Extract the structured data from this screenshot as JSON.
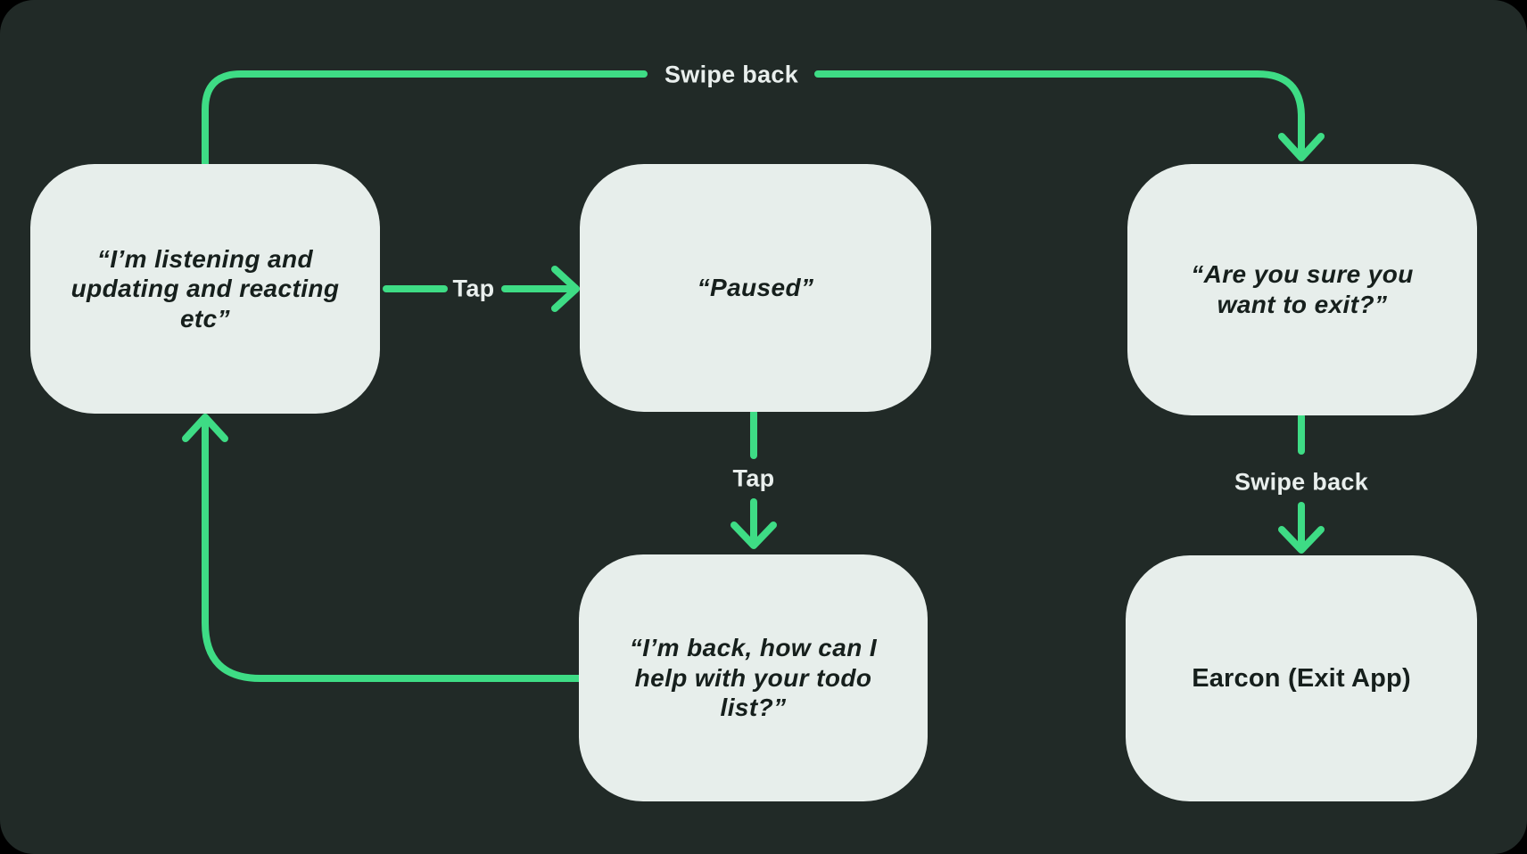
{
  "theme": {
    "page_bg": "#000000",
    "canvas_bg": "#212a27",
    "node_bg": "#e7eeeb",
    "node_text": "#161f1c",
    "arrow_color": "#3edc85",
    "label_text": "#e9efed"
  },
  "nodes": {
    "listening": {
      "text": "“I’m listening and\nupdating and reacting\netc”"
    },
    "paused": {
      "text": "“Paused”"
    },
    "exit_confirm": {
      "text": "“Are you sure you\nwant to exit?”"
    },
    "back": {
      "text": "“I’m back, how can I\nhelp with your todo\nlist?”"
    },
    "earcon": {
      "text": "Earcon (Exit App)"
    }
  },
  "edges": {
    "swipe_back_top": {
      "label": "Swipe back",
      "from": "listening",
      "to": "exit_confirm"
    },
    "tap_horizontal": {
      "label": "Tap",
      "from": "listening",
      "to": "paused"
    },
    "tap_vertical": {
      "label": "Tap",
      "from": "paused",
      "to": "back"
    },
    "back_return": {
      "label": "",
      "from": "back",
      "to": "listening"
    },
    "swipe_back_right": {
      "label": "Swipe back",
      "from": "exit_confirm",
      "to": "earcon"
    }
  }
}
